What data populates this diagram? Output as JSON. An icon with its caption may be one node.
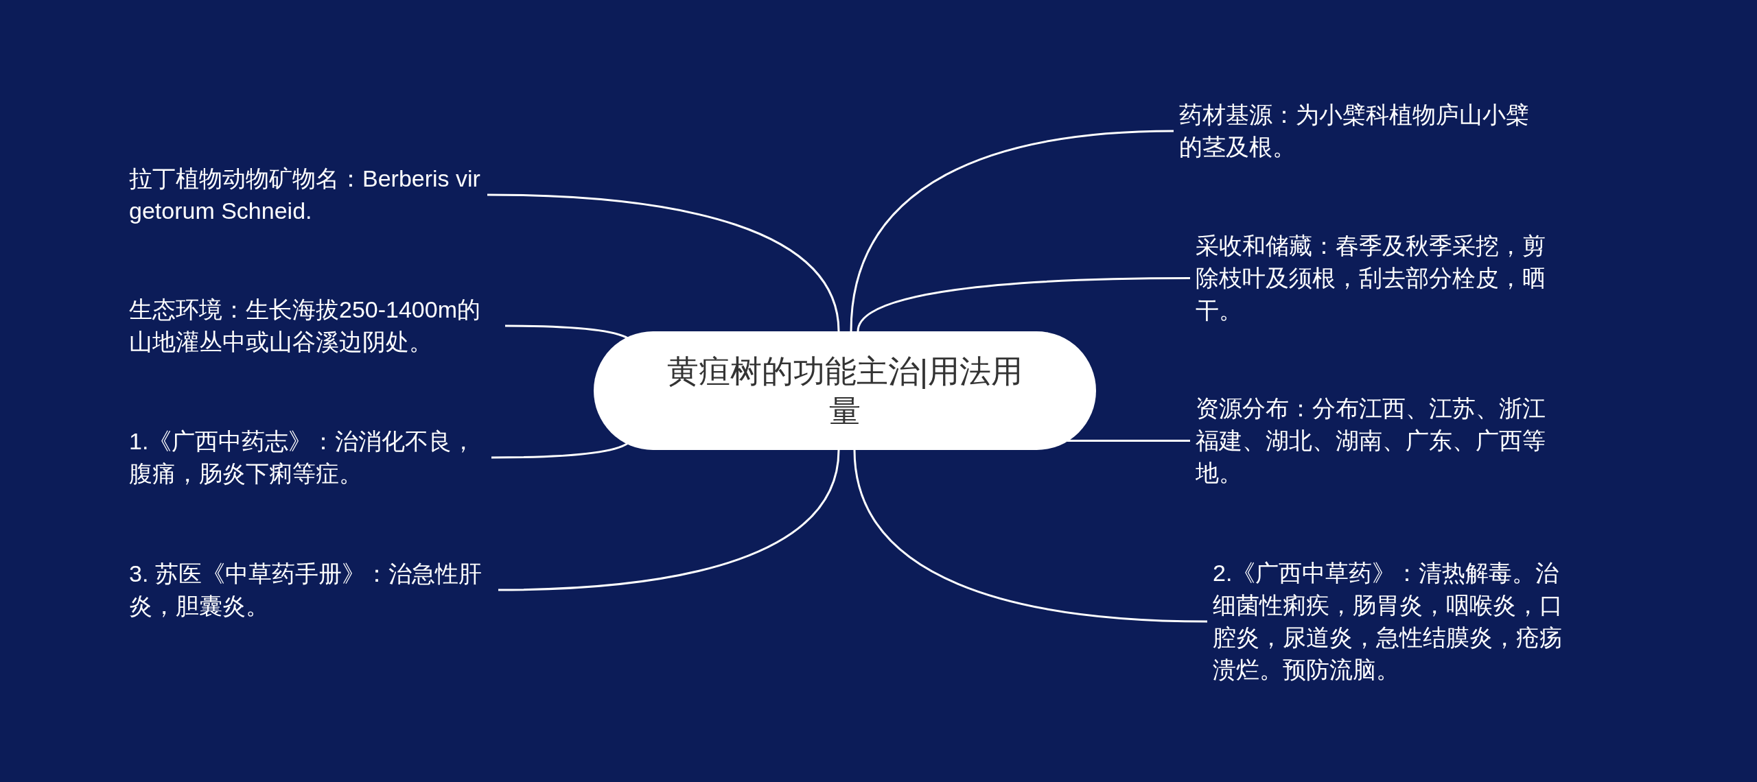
{
  "diagram": {
    "nodes": [
      {
        "text": [
          "黄疸树的功能主治|用法用量"
        ]
      },
      {
        "text": [
          "药材基源：为小檗科植物庐山小檗的茎及根。"
        ]
      },
      {
        "text": [
          "采收和储藏：春季及秋季采挖，剪除枝叶及须根，刮去部分栓皮，晒干。"
        ]
      },
      {
        "text": [
          "资源分布：分布江西、江苏、浙江福建、湖北、湖南、广东、广西等地。"
        ]
      },
      {
        "text": [
          "2.《广西中草药》：清热解毒。治细菌性痢疾，肠胃炎，咽喉炎，口腔炎，尿道炎，急性结膜炎，疮疡溃烂。预防流脑。"
        ]
      },
      {
        "text": [
          "拉丁植物动物矿物名：Berberis virgetorum Schneid."
        ]
      },
      {
        "text": [
          "生态环境：生长海拔250-1400m的山地灌丛中或山谷溪边阴处。"
        ]
      },
      {
        "text": [
          "1.《广西中药志》：治消化不良，腹痛，肠炎下痢等症。"
        ]
      },
      {
        "text": [
          "3. 苏医《中草药手册》：治急性肝炎，胆囊炎。"
        ]
      }
    ],
    "edges": [
      {
        "from": 0,
        "to": 1,
        "arrow": "none"
      },
      {
        "from": 0,
        "to": 2,
        "arrow": "none"
      },
      {
        "from": 0,
        "to": 3,
        "arrow": "none"
      },
      {
        "from": 0,
        "to": 4,
        "arrow": "none"
      },
      {
        "from": 0,
        "to": 5,
        "arrow": "none"
      },
      {
        "from": 0,
        "to": 6,
        "arrow": "none"
      },
      {
        "from": 0,
        "to": 7,
        "arrow": "none"
      },
      {
        "from": 0,
        "to": 8,
        "arrow": "none"
      }
    ]
  }
}
